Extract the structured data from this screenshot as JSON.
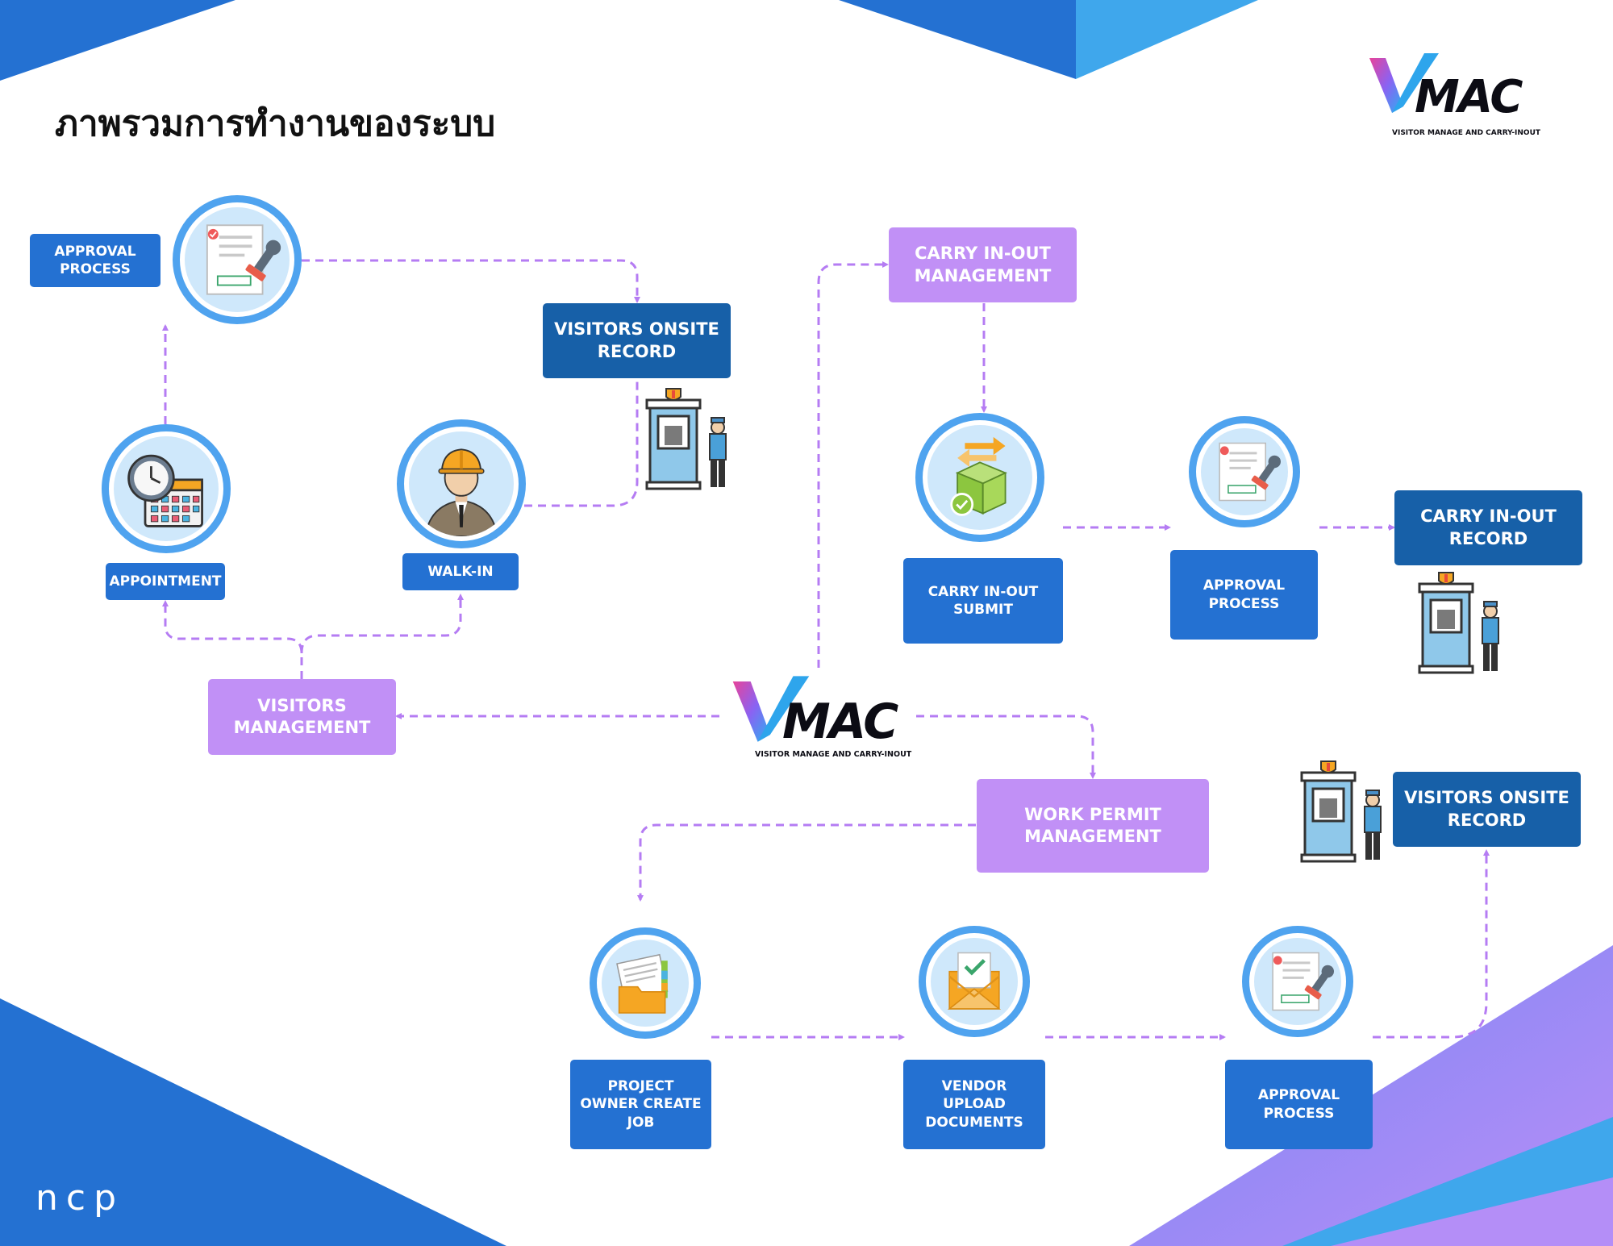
{
  "title": "ภาพรวมการทำงานของระบบ",
  "logo": {
    "brand": "MAC",
    "tagline": "VISITOR MANAGE AND CARRY-INOUT"
  },
  "footer_logo": "ncp",
  "colors": {
    "box_blue": "#2471d2",
    "box_navy": "#1760a8",
    "box_purple": "#c190f6",
    "circle_ring": "#4fa3ef",
    "arrow": "#b57cf3"
  },
  "visitors": {
    "management": "VISITORS MANAGEMENT",
    "appointment": "APPOINTMENT",
    "walk_in": "WALK-IN",
    "approval": "APPROVAL PROCESS",
    "onsite_record": "VISITORS ONSITE RECORD"
  },
  "carry": {
    "management": "CARRY IN-OUT MANAGEMENT",
    "submit": "CARRY IN-OUT SUBMIT",
    "approval": "APPROVAL PROCESS",
    "record": "CARRY IN-OUT RECORD"
  },
  "work_permit": {
    "management": "WORK PERMIT MANAGEMENT",
    "create_job": "PROJECT OWNER CREATE JOB",
    "upload": "VENDOR UPLOAD DOCUMENTS",
    "approval": "APPROVAL PROCESS",
    "onsite_record": "VISITORS ONSITE RECORD"
  },
  "icons": [
    "approved-document-icon",
    "clock-calendar-icon",
    "worker-icon",
    "guard-booth-icon",
    "box-transfer-icon",
    "folder-documents-icon",
    "envelope-check-icon"
  ]
}
